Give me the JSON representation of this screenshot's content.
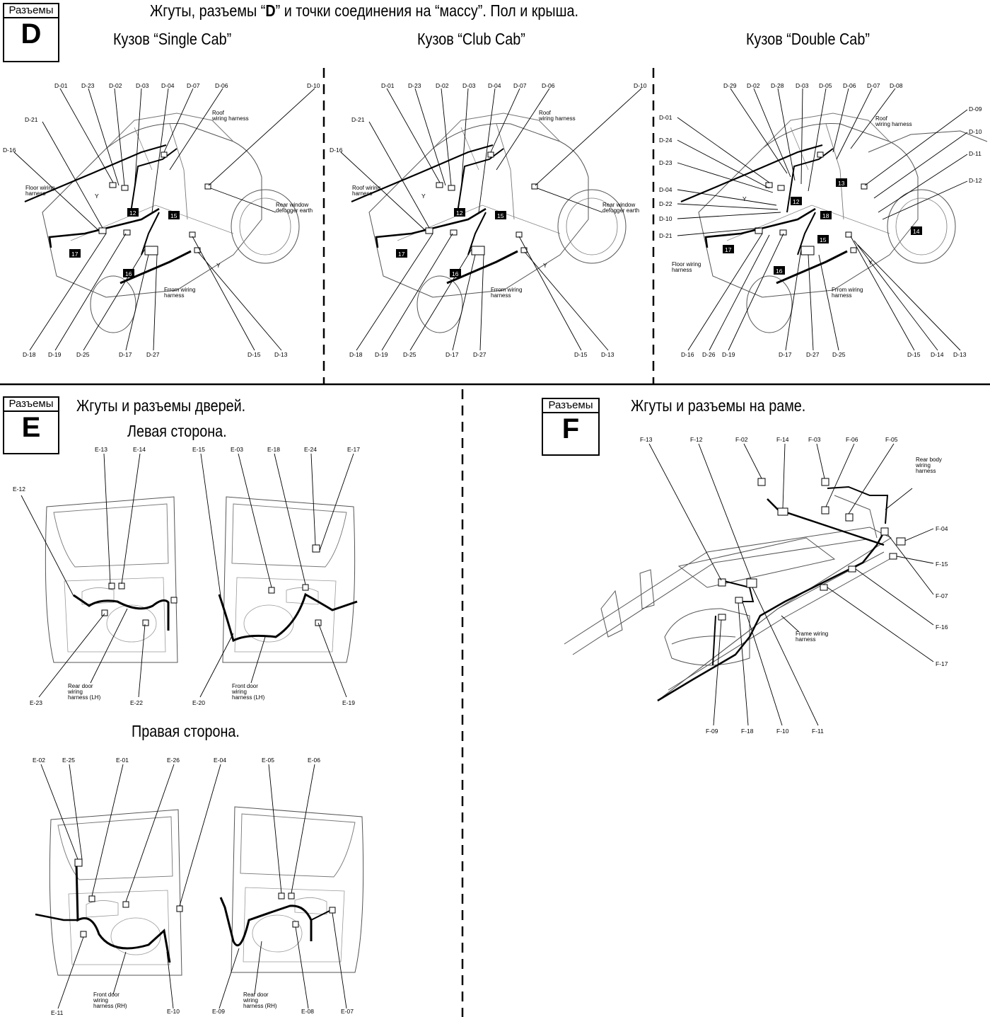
{
  "sections": {
    "d": {
      "badge_word": "Разъемы",
      "badge_letter": "D",
      "title_pre": "Жгуты, разъемы “",
      "title_bold": "D",
      "title_post": "” и точки соединения на “массу”. Пол и крыша.",
      "views": [
        {
          "caption": "Кузов “Single Cab”",
          "labels_top": [
            "D-01",
            "D-23",
            "D-02",
            "D-03",
            "D-04",
            "D-07",
            "D-06",
            "D-10"
          ],
          "labels_left": [
            "D-21",
            "D-16"
          ],
          "labels_bottom": [
            "D-18",
            "D-19",
            "D-25",
            "D-17",
            "D-27",
            "D-15",
            "D-13"
          ],
          "marks": [
            "Y",
            "12",
            "15",
            "17",
            "16",
            "Y"
          ],
          "notes": [
            "Roof\nwiring harness",
            "Floor wiring\nharness",
            "Rear window\ndefogger earth",
            "Frrom wiring\nharness"
          ]
        },
        {
          "caption": "Кузов “Club Cab”",
          "labels_top": [
            "D-01",
            "D-23",
            "D-02",
            "D-03",
            "D-04",
            "D-07",
            "D-06",
            "D-10"
          ],
          "labels_left": [
            "D-21",
            "D-16"
          ],
          "labels_bottom": [
            "D-18",
            "D-19",
            "D-25",
            "D-17",
            "D-27",
            "D-15",
            "D-13"
          ],
          "marks": [
            "Y",
            "12",
            "15",
            "17",
            "16",
            "Y"
          ],
          "notes": [
            "Roof\nwiring harness",
            "Roof wiring\nharness",
            "Rear window\ndefogger earth",
            "Frrom wiring\nharness"
          ]
        },
        {
          "caption": "Кузов “Double Cab”",
          "labels_top": [
            "D-29",
            "D-02",
            "D-28",
            "D-03",
            "D-05",
            "D-06",
            "D-07",
            "D-08"
          ],
          "labels_left": [
            "D-01",
            "D-24",
            "D-23",
            "D-04",
            "D-22",
            "D-10",
            "D-21"
          ],
          "labels_right": [
            "D-09",
            "D-10",
            "D-11",
            "D-12"
          ],
          "labels_bottom": [
            "D-16",
            "D-26",
            "D-19",
            "D-17",
            "D-27",
            "D-25",
            "D-15",
            "D-14",
            "D-13"
          ],
          "marks": [
            "Y",
            "13",
            "12",
            "18",
            "15",
            "17",
            "16",
            "14",
            "Y"
          ],
          "notes": [
            "Roof\nwiring harness",
            "Floor wiring\nharness",
            "Frrom wiring\nharness"
          ]
        }
      ]
    },
    "e": {
      "badge_word": "Разъемы",
      "badge_letter": "E",
      "title": "Жгуты и разъемы дверей.",
      "left_side": "Левая сторона.",
      "right_side": "Правая сторона.",
      "left_rear": {
        "labels": [
          "E-12",
          "E-13",
          "E-14",
          "E-23",
          "E-22"
        ],
        "note": "Rear door\nwiring\nharness (LH)"
      },
      "left_front": {
        "labels": [
          "E-15",
          "E-03",
          "E-18",
          "E-24",
          "E-17",
          "E-20",
          "E-19"
        ],
        "note": "Front door\nwiring\nharness (LH)"
      },
      "right_front": {
        "labels": [
          "E-02",
          "E-25",
          "E-01",
          "E-26",
          "E-04",
          "E-11",
          "E-10"
        ],
        "note": "Front door\nwiring\nharness (RH)"
      },
      "right_rear": {
        "labels": [
          "E-05",
          "E-06",
          "E-09",
          "E-08",
          "E-07"
        ],
        "note": "Rear door\nwiring\nharness (RH)"
      }
    },
    "f": {
      "badge_word": "Разъемы",
      "badge_letter": "F",
      "title": "Жгуты и разъемы на раме.",
      "labels_top": [
        "F-13",
        "F-12",
        "F-02",
        "F-14",
        "F-03",
        "F-06",
        "F-05"
      ],
      "labels_right": [
        "F-04",
        "F-15",
        "F-07",
        "F-16",
        "F-17"
      ],
      "labels_bottom": [
        "F-09",
        "F-18",
        "F-10",
        "F-11"
      ],
      "notes": [
        "Rear body\nwiring\nharness",
        "Frame wiring\nharness"
      ]
    }
  }
}
